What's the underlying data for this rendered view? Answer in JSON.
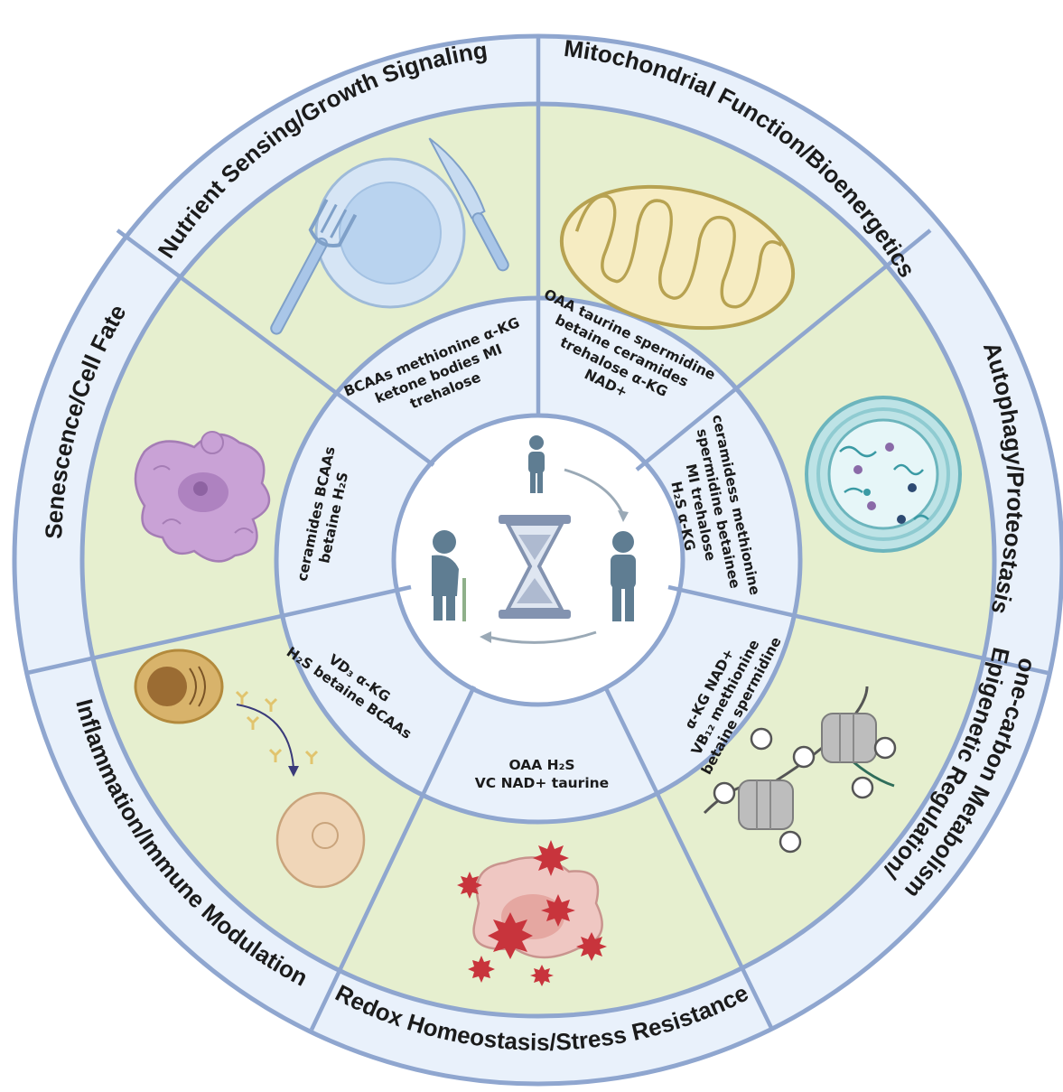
{
  "colors": {
    "ring_border": "#8fa6cf",
    "outer_band": "#e9f1fb",
    "middle_band": "#e6efcf",
    "inner_band": "#e9f1fb",
    "center": "#ffffff",
    "figure": "#5f7d92",
    "arrow": "#9aa9b6"
  },
  "center": {
    "icon_names": [
      "young-person-icon",
      "adult-person-icon",
      "elderly-person-icon",
      "hourglass-icon",
      "cycle-arrow-icon"
    ]
  },
  "sectors": [
    {
      "id": "nutrient",
      "label": "Nutrient Sensing/Growth Signaling",
      "icon": "plate-fork-knife-icon",
      "metabolites": [
        "BCAAs methionine α-KG",
        "ketone bodies MI",
        "trehalose"
      ]
    },
    {
      "id": "mito",
      "label": "Mitochondrial Function/Bioenergetics",
      "icon": "mitochondrion-icon",
      "metabolites": [
        "OAA taurine spermidine",
        "betaine ceramides",
        "trehalose α-KG",
        "NAD+"
      ]
    },
    {
      "id": "autophagy",
      "label": "Autophagy/Proteostasis",
      "icon": "lysosome-icon",
      "metabolites": [
        "ceramidess methionine",
        "spermidine betainee",
        "MI trehalose",
        "H₂S α-KG"
      ]
    },
    {
      "id": "epigenetic",
      "label": "Epigenetic Regulation/",
      "label2": "one-carbon Metabolism",
      "icon": "nucleosome-icon",
      "metabolites": [
        "α-KG NAD+",
        "VB₁₂ methionine",
        "betaine spermidine"
      ]
    },
    {
      "id": "redox",
      "label": "Redox Homeostasis/Stress Resistance",
      "icon": "oxidative-stress-cell-icon",
      "metabolites": [
        "OAA H₂S",
        "VC NAD+ taurine"
      ]
    },
    {
      "id": "inflammation",
      "label": "Inflammation/Immune Modulation",
      "icon": "immune-cell-icon",
      "metabolites": [
        "VD₃ α-KG",
        "H₂S betaine BCAAs"
      ]
    },
    {
      "id": "senescence",
      "label": "Senescence/Cell Fate",
      "icon": "senescent-cell-icon",
      "metabolites": [
        "ceramides BCAAs",
        "betaine H₂S"
      ]
    }
  ]
}
